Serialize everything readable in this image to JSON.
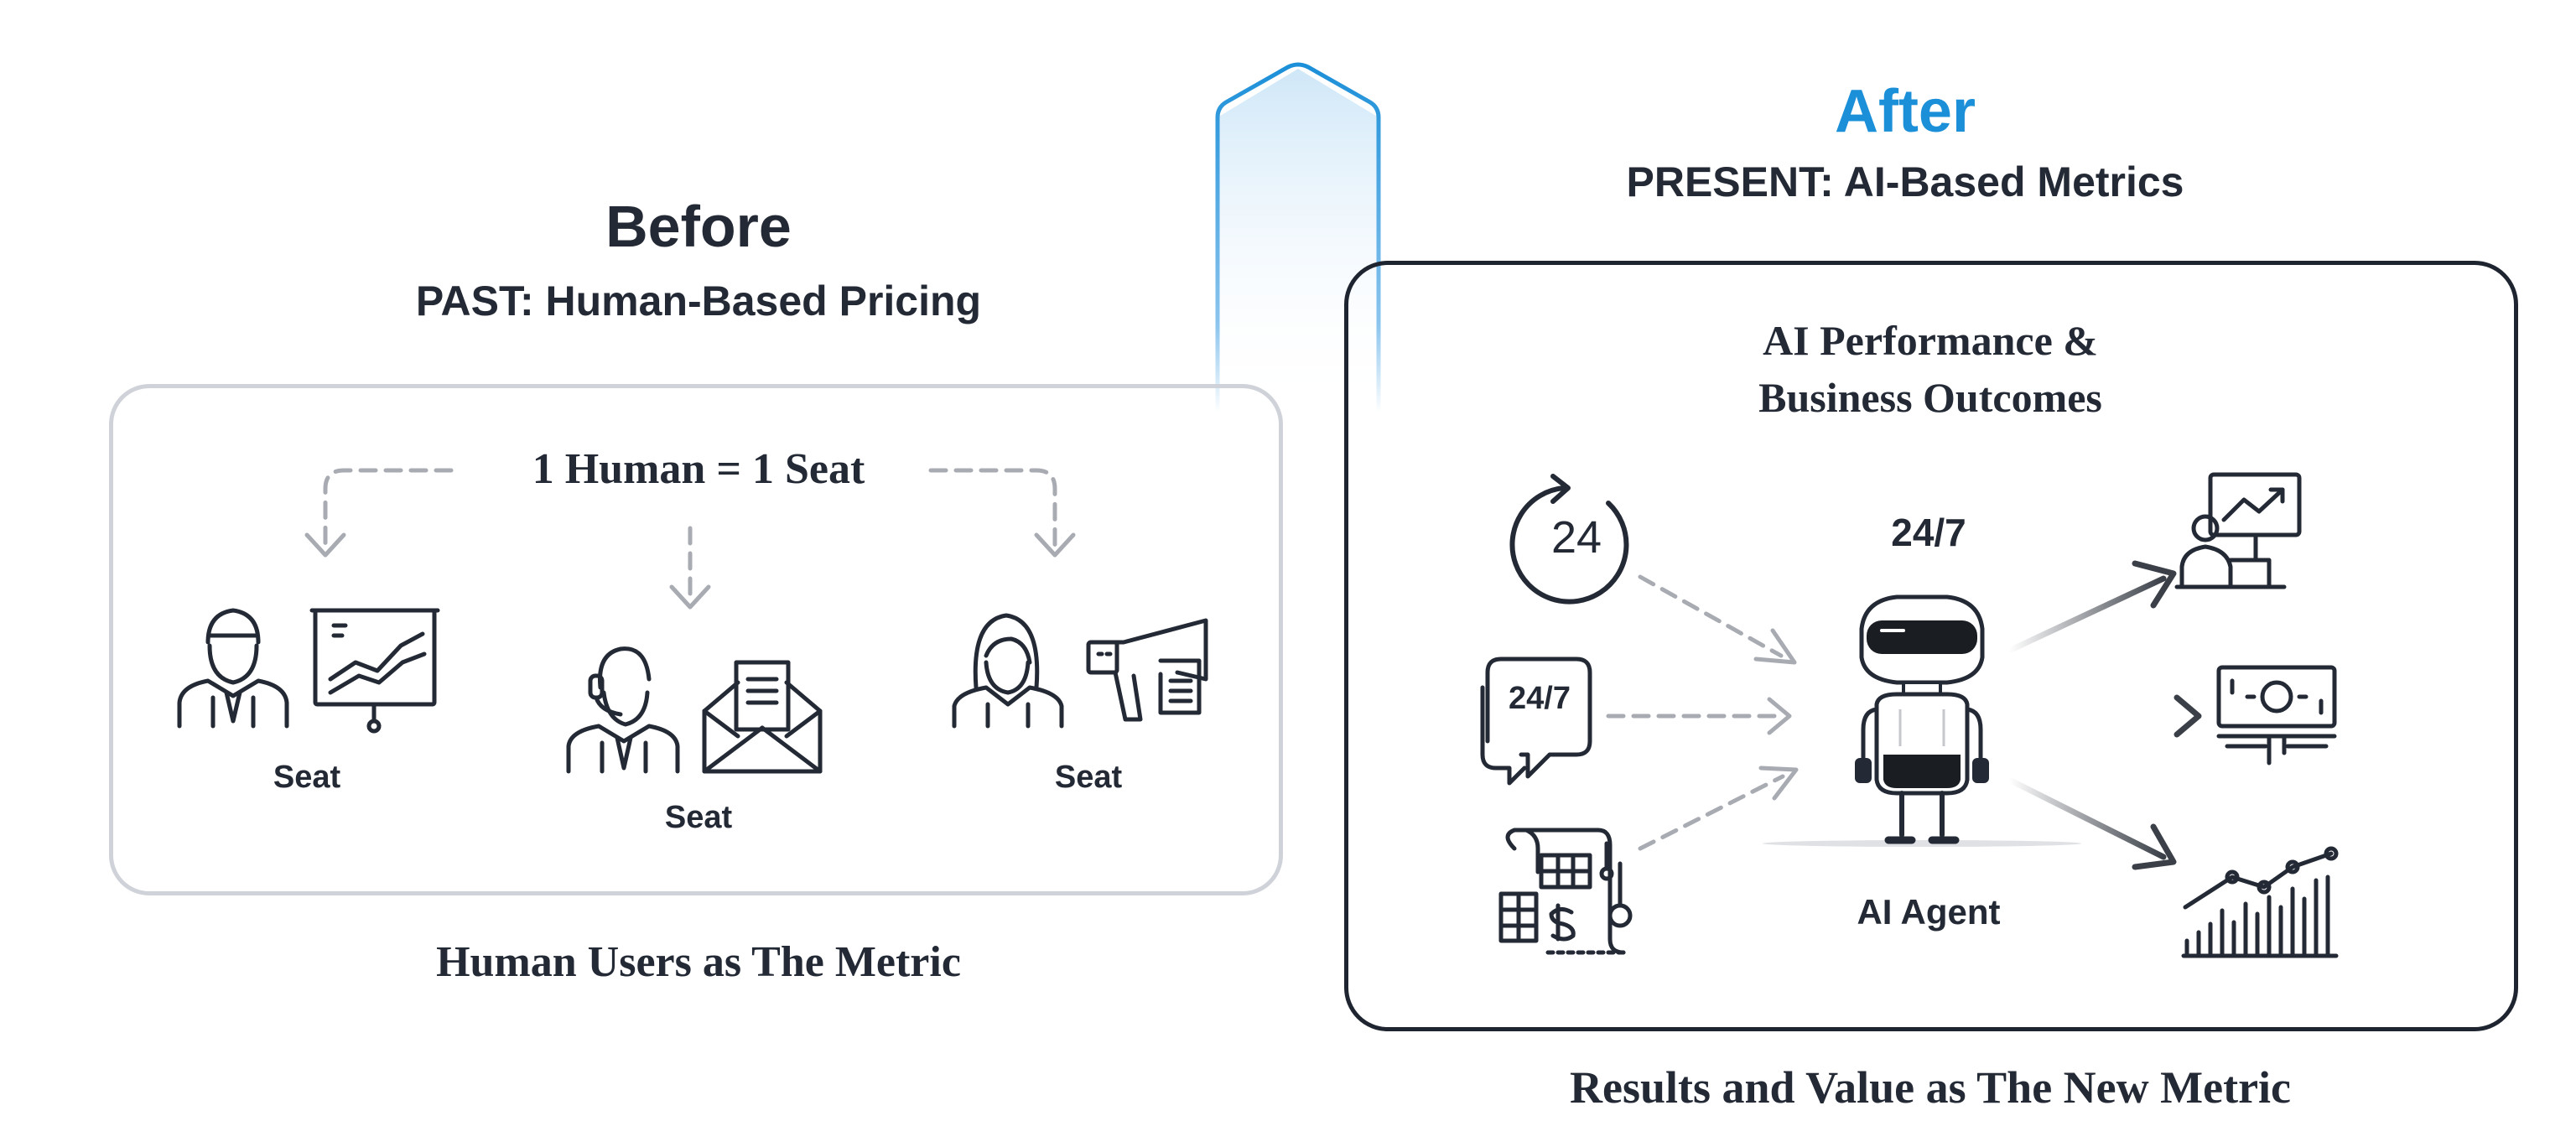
{
  "before": {
    "title": "Before",
    "subtitle": "PAST: Human-Based Pricing",
    "equation": "1 Human = 1 Seat",
    "seat_labels": [
      "Seat",
      "Seat",
      "Seat"
    ],
    "caption": "Human Users as The Metric"
  },
  "after": {
    "title": "After",
    "subtitle": "PRESENT: AI-Based Metrics",
    "panel_title": "AI Performance & Business Outcomes",
    "availability_label": "24/7",
    "agent_label": "AI Agent",
    "caption": "Results and Value as The New Metric",
    "input_icons": {
      "clock_text": "24",
      "chat_text": "24/7"
    }
  },
  "colors": {
    "accent": "#1b8fd8",
    "text": "#242a35",
    "past_border": "#cfd2d8",
    "present_border": "#1f2530",
    "dashed": "#a8abb2"
  },
  "icons": [
    "businessman-icon",
    "presentation-chart-icon",
    "support-agent-icon",
    "envelope-icon",
    "businesswoman-icon",
    "megaphone-icon",
    "clock-24-icon",
    "chat-247-icon",
    "invoice-calculator-icon",
    "robot-icon",
    "analyst-monitor-icon",
    "banknote-icon",
    "growth-chart-icon"
  ]
}
